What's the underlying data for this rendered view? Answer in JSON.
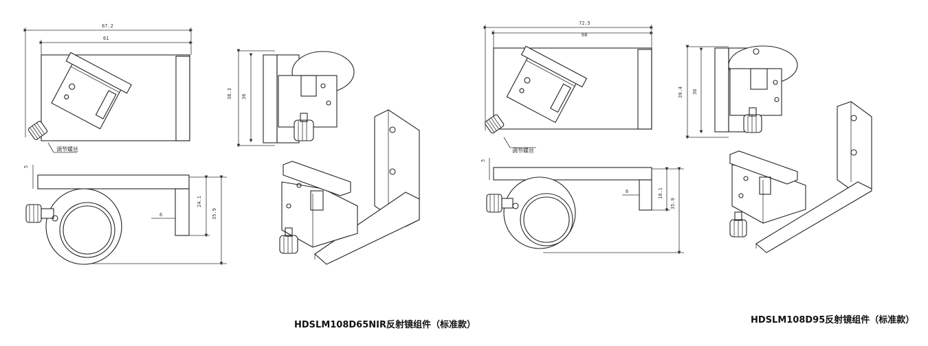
{
  "left": {
    "caption": "HDSLM108D65NIR反射镜组件（标准款）",
    "dims": {
      "overall_w": "67.2",
      "inner_w": "61",
      "h_outer": "38.3",
      "h_inner": "36",
      "t": "5",
      "gap": "6",
      "h_bracket": "24.1",
      "h_total": "35.9"
    },
    "label": "调节螺丝"
  },
  "right": {
    "caption": "HDSLM108D95反射镜组件（标准款）",
    "dims": {
      "overall_w": "72.5",
      "inner_w": "68",
      "h_outer": "39.4",
      "h_inner": "36",
      "t": "5",
      "gap": "6",
      "h_bracket": "18.1",
      "h_total": "35.9"
    },
    "label": "调节螺丝"
  }
}
